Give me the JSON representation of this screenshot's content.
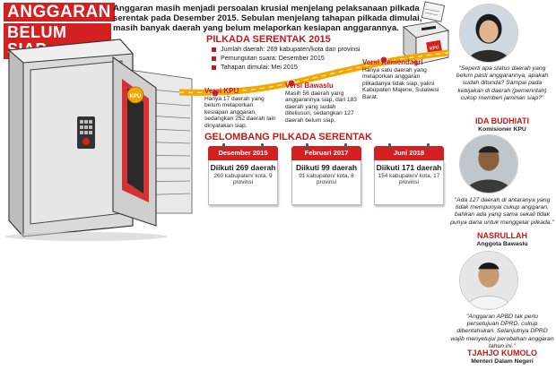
{
  "title": {
    "line1": "ANGGARAN",
    "line2": "BELUM SIAP"
  },
  "intro": "Anggaran masih menjadi persoalan krusial menjelang pelaksanaan pilkada serentak pada Desember 2015. Sebulan menjelang tahapan pilkada dimulai, masih banyak daerah yang belum melaporkan kesiapan anggarannya.",
  "safe": {
    "badge": "KPU",
    "color_body": "#d9d9d9",
    "color_accent": "#d42020"
  },
  "pilkada": {
    "title": "PILKADA SERENTAK 2015",
    "bullets": [
      "Jumlah daerah: 269 kabupaten/kota dan provinsi",
      "Pemungutan suara: Desember 2015",
      "Tahapan dimulai: Mei 2015"
    ]
  },
  "versi": [
    {
      "title": "Versi KPU",
      "text": "Hanya 17 daerah yang belum melaporkan kesiapan anggaran, sedangkan 252 daerah lain dinyatakan siap."
    },
    {
      "title": "Versi Bawaslu",
      "text": "Masih 56 daerah yang anggarannya siap, dari 183 daerah yang sudah diteliusuri, sedangkan 127 daerah belum siap."
    },
    {
      "title": "Versi Kemendagri",
      "text": "Hanya satu daerah yang melaporkan anggaran pilkadanya tidak siap, yakni Kabupaten Majene, Sulawesi Barat."
    }
  ],
  "gelombang": {
    "title": "GELOMBANG PILKADA SERENTAK",
    "items": [
      {
        "date": "Desember 2015",
        "main": "Diikuti 269 daerah",
        "detail": "260 kabupaten/ kota, 9 provinsi"
      },
      {
        "date": "Februari 2017",
        "main": "Diikuti 99 daerah",
        "detail": "91 kabupaten/ kota, 8 provinsi"
      },
      {
        "date": "Juni 2018",
        "main": "Diikuti 171 daerah",
        "detail": "154 kabupaten/ kota, 17 provinsi"
      }
    ]
  },
  "people": [
    {
      "quote": "\"Seperti apa status daerah yang belum pasti anggarannya, apakah sudah ditunda? Sampai pada kebijakan di daerah (pemerintah) cukup memberi jaminan siap?\"",
      "name": "IDA BUDHIATI",
      "role": "Komisioner KPU"
    },
    {
      "quote": "\"Ada 127 daerah di antaranya yang tidak mempunyai cukup anggaran, bahkan ada yang sama sekali tidak punya dana untuk menggelar pilkada.\"",
      "name": "NASRULLAH",
      "role": "Anggota Bawaslu"
    },
    {
      "quote": "\"Anggaran APBD tak perlu persetujuan DPRD, cukup dibentahukan. Selanjutnya DPRD wajib menyetujui perubahan anggaran tahun ini.\"",
      "name": "TJAHJO KUMOLO",
      "role": "Menteri Dalam Negeri"
    }
  ],
  "colors": {
    "accent": "#d42020",
    "road": "#f2a800"
  }
}
